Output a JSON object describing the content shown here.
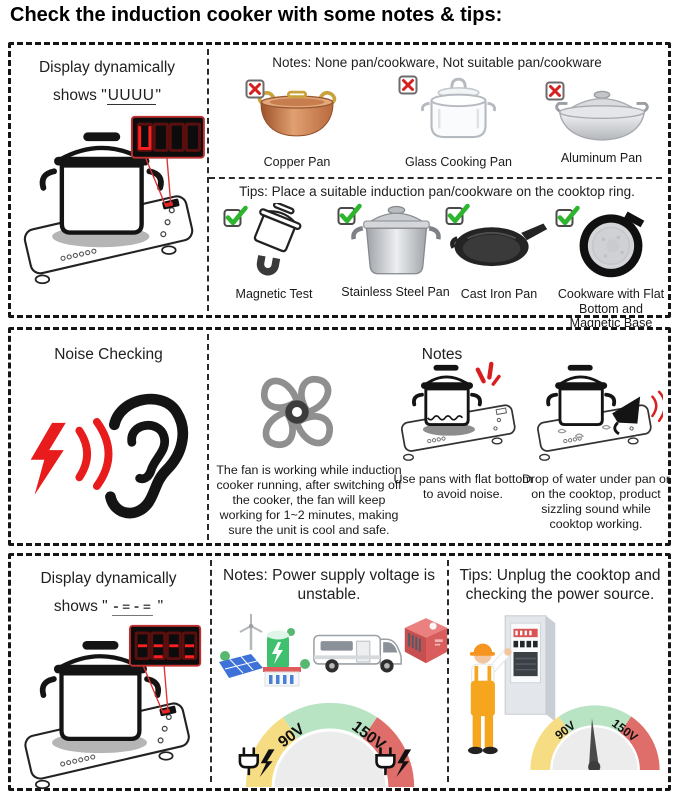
{
  "title": "Check the induction cooker with some notes & tips:",
  "section_uuuu": {
    "heading_line1": "Display dynamically",
    "shows_prefix": "shows \"",
    "display_code": "UUUU",
    "shows_suffix": "\"",
    "notes_heading": "Notes: None pan/cookware, Not suitable pan/cookware",
    "unsuitable_items": [
      "Copper Pan",
      "Glass Cooking Pan",
      "Aluminum Pan"
    ],
    "tips_heading": "Tips: Place a suitable induction pan/cookware on the cooktop ring.",
    "suitable_items": [
      "Magnetic Test",
      "Stainless Steel Pan",
      "Cast Iron Pan",
      "Cookware with Flat Bottom and Magnetic Base"
    ]
  },
  "section_noise": {
    "heading": "Noise Checking",
    "fan_note": "The fan is working while induction cooker running, after switching off the cooker, the fan will keep working for 1~2 minutes, making sure the unit is cool and safe.",
    "notes_heading": "Notes",
    "flat_bottom_note": "Use pans with flat bottom to avoid noise.",
    "water_note": "Drop of water under pan or on the cooktop, product sizzling sound while cooktop working."
  },
  "section_voltage": {
    "heading_line1": "Display dynamically",
    "shows_prefix": "shows \" ",
    "display_code": "-=-=",
    "shows_suffix": " \"",
    "notes_heading": "Notes: Power supply voltage is unstable.",
    "tips_heading": "Tips: Unplug the cooktop and checking the power source.",
    "gauge_low_label": "90V",
    "gauge_high_label": "150V"
  }
}
